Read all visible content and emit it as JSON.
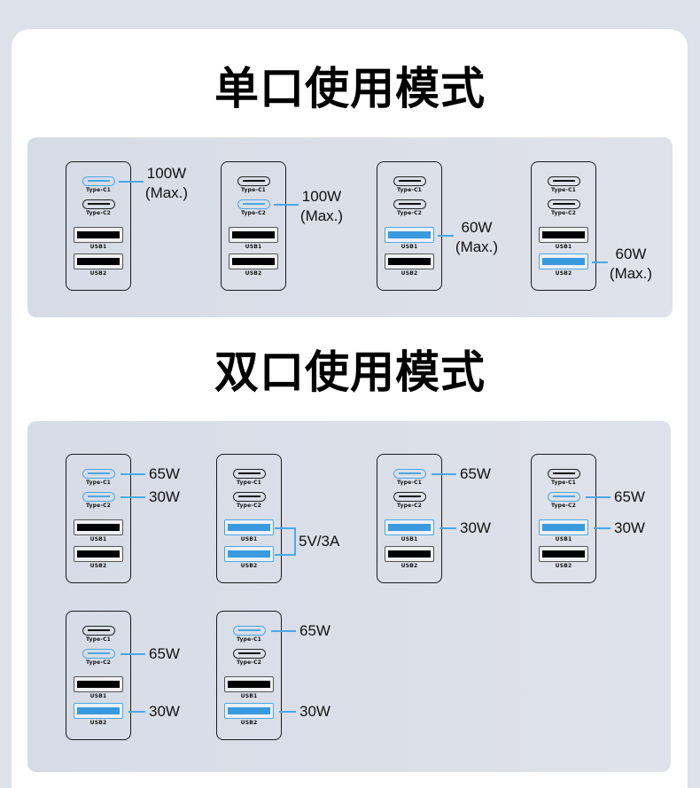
{
  "sections": {
    "single": {
      "title": "单口使用模式"
    },
    "dual": {
      "title": "双口使用模式"
    }
  },
  "port_labels": {
    "c1": "Type-C1",
    "c2": "Type-C2",
    "a1": "USB1",
    "a2": "USB2"
  },
  "accent_color": "#4ba8e8",
  "single_mode": [
    {
      "active_ports": [
        "c1"
      ],
      "output": "100W",
      "note": "(Max.)"
    },
    {
      "active_ports": [
        "c2"
      ],
      "output": "100W",
      "note": "(Max.)"
    },
    {
      "active_ports": [
        "a1"
      ],
      "output": "60W",
      "note": "(Max.)"
    },
    {
      "active_ports": [
        "a2"
      ],
      "output": "60W",
      "note": "(Max.)"
    }
  ],
  "dual_mode": [
    {
      "active_ports": [
        "c1",
        "c2"
      ],
      "outputs": {
        "c1": "65W",
        "c2": "30W"
      }
    },
    {
      "active_ports": [
        "a1",
        "a2"
      ],
      "outputs": {
        "shared": "5V/3A"
      }
    },
    {
      "active_ports": [
        "c1",
        "a1"
      ],
      "outputs": {
        "c1": "65W",
        "a1": "30W"
      }
    },
    {
      "active_ports": [
        "c2",
        "a1"
      ],
      "outputs": {
        "c2": "65W",
        "a1": "30W"
      }
    },
    {
      "active_ports": [
        "c2",
        "a2"
      ],
      "outputs": {
        "c2": "65W",
        "a2": "30W"
      }
    },
    {
      "active_ports": [
        "c1",
        "a2"
      ],
      "outputs": {
        "c1": "65W",
        "a2": "30W"
      }
    }
  ]
}
